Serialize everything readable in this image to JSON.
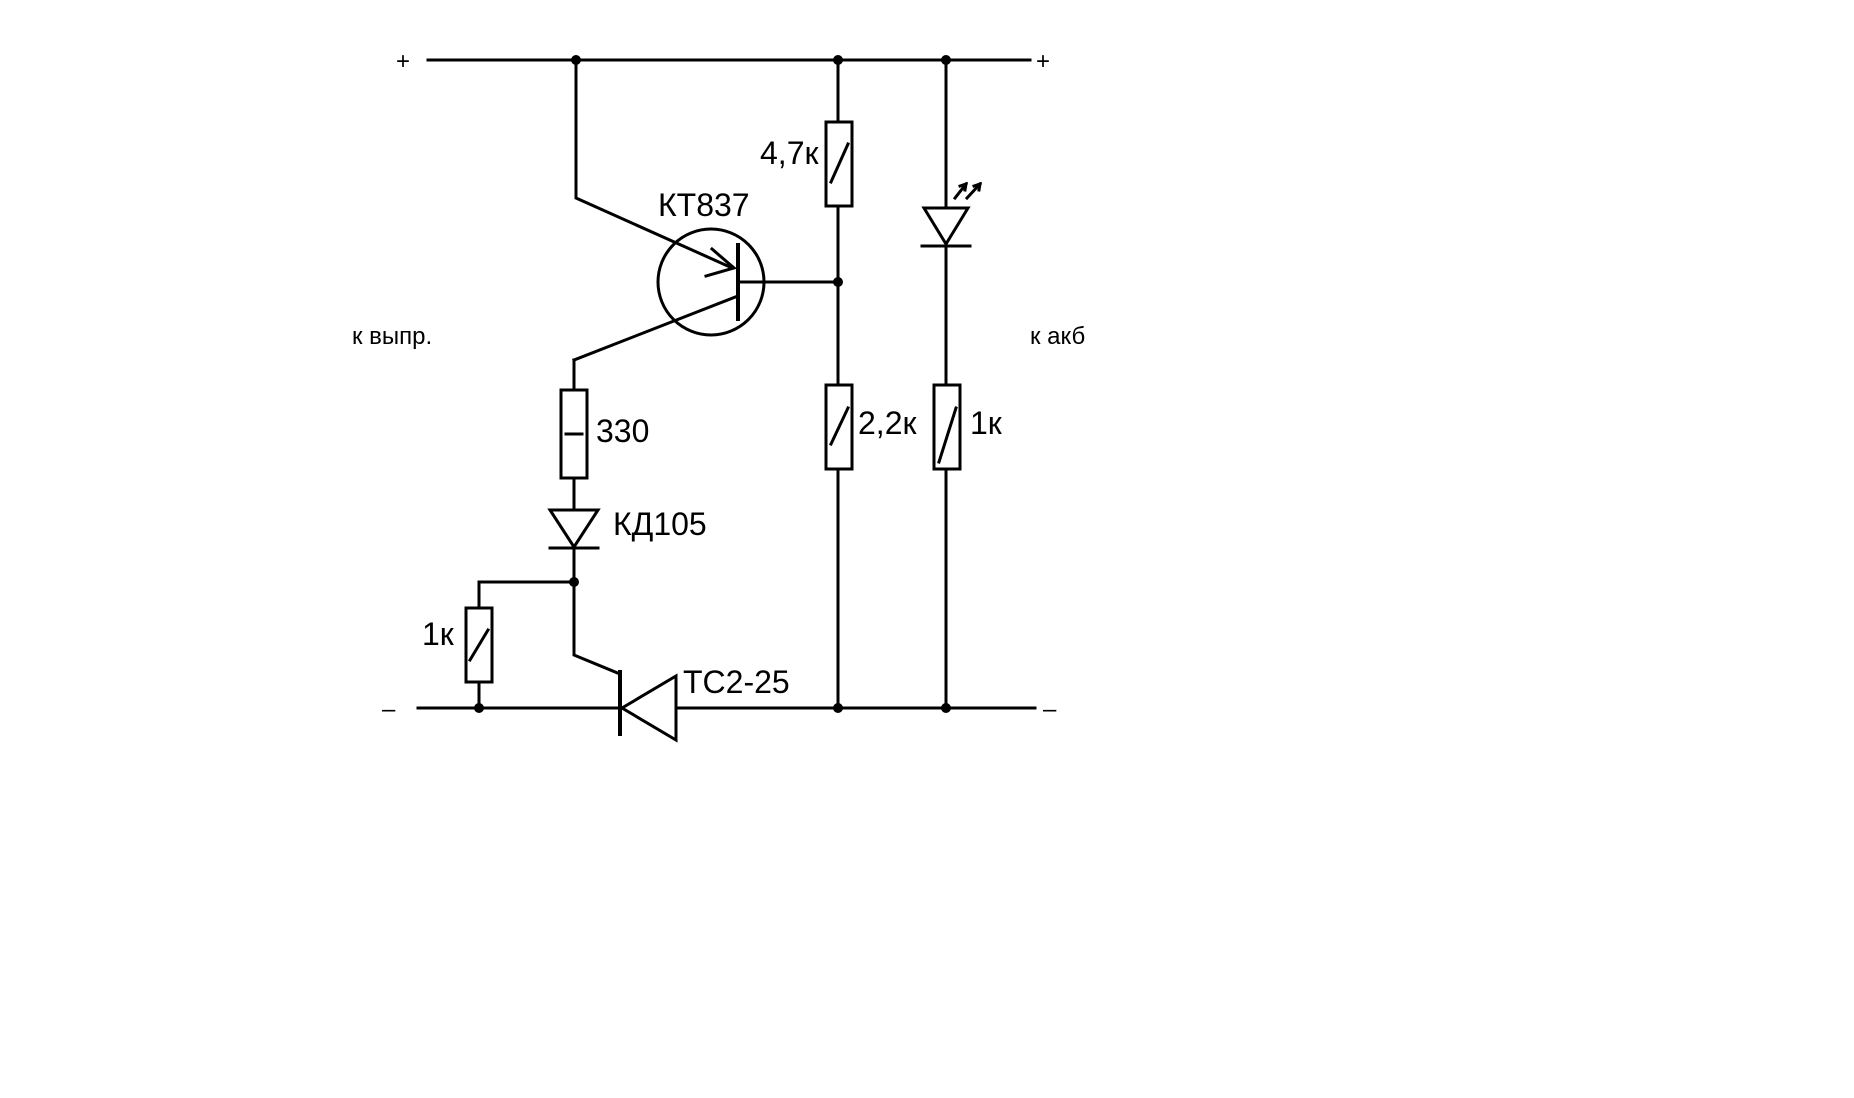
{
  "colors": {
    "background": "#ffffff",
    "ink": "#000000"
  },
  "terminals": {
    "left_plus": "+",
    "right_plus": "+",
    "left_minus": "–",
    "right_minus": "–"
  },
  "side_labels": {
    "left": "к выпр.",
    "right": "к акб"
  },
  "components": {
    "transistor": "КТ837",
    "r_collector": "330",
    "diode": "КД105",
    "r_gate": "1к",
    "thyristor": "ТС2-25",
    "r_top": "4,7к",
    "r_bottom": "2,2к",
    "r_led": "1к"
  },
  "icons": [
    "led-icon",
    "diode-icon",
    "thyristor-icon",
    "pnp-transistor-icon",
    "resistor-icon"
  ]
}
